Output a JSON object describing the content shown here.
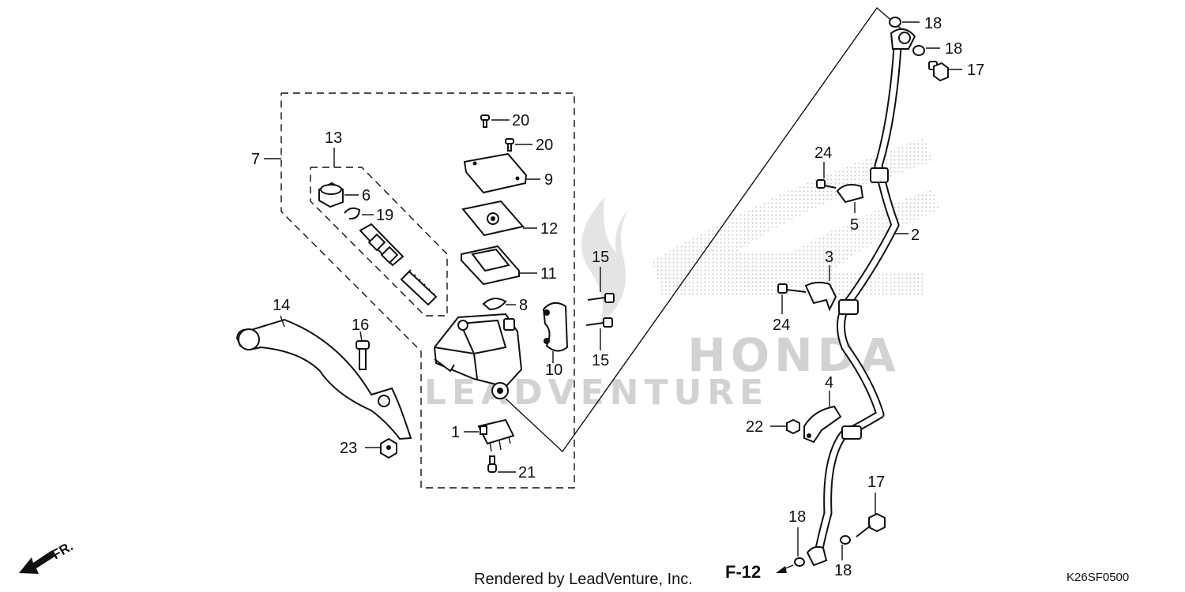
{
  "watermark": {
    "brand": "HONDA",
    "dealer": "LEADVENTURE"
  },
  "callouts": [
    {
      "id": "c18a",
      "text": "18"
    },
    {
      "id": "c18b",
      "text": "18"
    },
    {
      "id": "c17a",
      "text": "17"
    },
    {
      "id": "c20a",
      "text": "20"
    },
    {
      "id": "c20b",
      "text": "20"
    },
    {
      "id": "c13",
      "text": "13"
    },
    {
      "id": "c7",
      "text": "7"
    },
    {
      "id": "c6",
      "text": "6"
    },
    {
      "id": "c19",
      "text": "19"
    },
    {
      "id": "c9",
      "text": "9"
    },
    {
      "id": "c12",
      "text": "12"
    },
    {
      "id": "c11",
      "text": "11"
    },
    {
      "id": "c8",
      "text": "8"
    },
    {
      "id": "c15a",
      "text": "15"
    },
    {
      "id": "c15b",
      "text": "15"
    },
    {
      "id": "c10",
      "text": "10"
    },
    {
      "id": "c14",
      "text": "14"
    },
    {
      "id": "c16",
      "text": "16"
    },
    {
      "id": "c1",
      "text": "1"
    },
    {
      "id": "c21",
      "text": "21"
    },
    {
      "id": "c23",
      "text": "23"
    },
    {
      "id": "c24a",
      "text": "24"
    },
    {
      "id": "c5",
      "text": "5"
    },
    {
      "id": "c2",
      "text": "2"
    },
    {
      "id": "c3",
      "text": "3"
    },
    {
      "id": "c24b",
      "text": "24"
    },
    {
      "id": "c4",
      "text": "4"
    },
    {
      "id": "c22",
      "text": "22"
    },
    {
      "id": "c17b",
      "text": "17"
    },
    {
      "id": "c18c",
      "text": "18"
    },
    {
      "id": "c18d",
      "text": "18"
    }
  ],
  "front_arrow": {
    "label": "FR.",
    "icon": "front-direction-arrow-icon"
  },
  "section_ref": {
    "label": "F-12",
    "icon": "reference-arrow-icon"
  },
  "footer": {
    "rendered_by": "Rendered by LeadVenture, Inc.",
    "diagram_code": "K26SF0500"
  }
}
